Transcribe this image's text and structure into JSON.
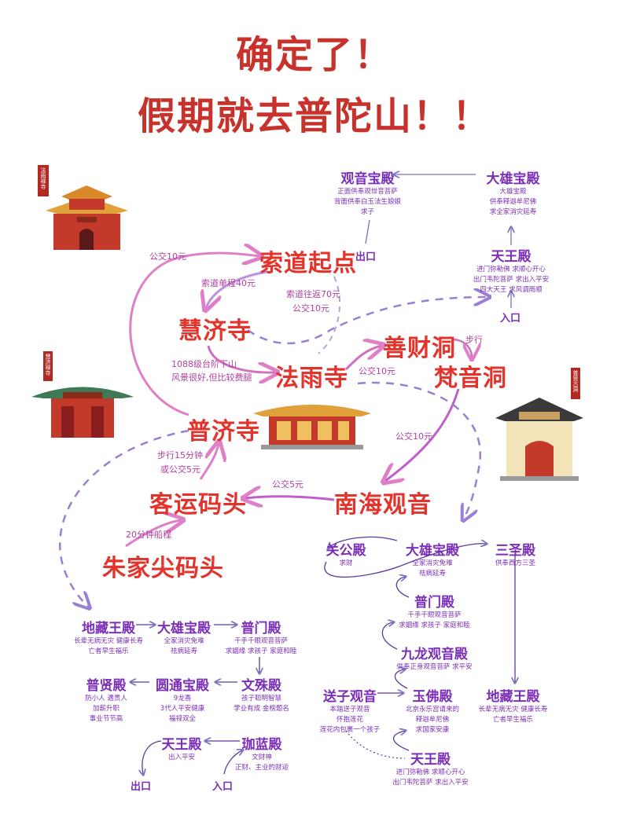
{
  "title": {
    "line1": "确定了！",
    "line2": "假期就去普陀山！！"
  },
  "main_route": {
    "suodao": "索道起点",
    "huiji": "慧济寺",
    "fayu": "法雨寺",
    "shancai": "善财洞",
    "fanyin": "梵音洞",
    "puji": "普济寺",
    "keyun": "客运码头",
    "nanhai": "南海观音",
    "zhujia": "朱家尖码头"
  },
  "route_notes": {
    "bus10_a": "公交10元",
    "cable_oneway": "索道单程40元",
    "cable_round": "索道往返70元",
    "bus10_b": "公交10元",
    "stairs_1": "1088级台阶下山",
    "stairs_2": "风景很好,但比较费腿",
    "bus10_c": "公交10元",
    "walk": "步行",
    "bus10_d": "公交10元",
    "walk15": "步行15分钟",
    "or_bus5": "或公交5元",
    "bus5": "公交5元",
    "boat20": "20分钟船程"
  },
  "signs": {
    "fayu_sign": "法雨禅寺",
    "huiji_sign": "慧济禅寺",
    "fanyin_sign": "普贤古洞"
  },
  "fayu_temple": {
    "guanyin": {
      "name": "观音宝殿",
      "desc": [
        "正面供奉观世音菩萨",
        "背面供奉白玉法生娘娘",
        "求子"
      ]
    },
    "daxiong": {
      "name": "大雄宝殿",
      "desc": [
        "大雄宝殿",
        "供奉释迦牟尼佛",
        "求全家消灾延寿"
      ]
    },
    "tianwang": {
      "name": "天王殿",
      "desc": [
        "进门弥勒佛 求顺心开心",
        "出门韦陀菩萨 求出入平安",
        "四大天王 求风调雨顺"
      ]
    },
    "exit": "出口",
    "entry": "入口"
  },
  "nanhai_area": {
    "guangong": {
      "name": "关公殿",
      "desc": [
        "求财"
      ]
    },
    "daxiong": {
      "name": "大雄宝殿",
      "desc": [
        "全家消灾免难",
        "祛病延寿"
      ]
    },
    "sansheng": {
      "name": "三圣殿",
      "desc": [
        "供奉西方三圣"
      ]
    },
    "pumen": {
      "name": "普门殿",
      "desc": [
        "千手千眼观音菩萨",
        "求姻缘 求孩子 家庭和睦"
      ]
    },
    "jiulong": {
      "name": "九龙观音殿",
      "desc": [
        "供奉正身观音菩萨 求平安"
      ]
    },
    "songzi": {
      "name": "送子观音",
      "desc": [
        "本踏送子观音",
        "怀抱莲花",
        "莲花内包裹一个孩子"
      ]
    },
    "yufo": {
      "name": "玉佛殿",
      "desc": [
        "北京永乐宫请来的",
        "释迦牟尼佛",
        "求国家安康"
      ]
    },
    "dizang": {
      "name": "地藏王殿",
      "desc": [
        "长辈无病无灾 健康长寿",
        "亡者早生福乐"
      ]
    },
    "tianwang": {
      "name": "天王殿",
      "desc": [
        "进门弥勒佛 求顺心开心",
        "出门韦陀菩萨 求出入平安"
      ]
    }
  },
  "puji_temple": {
    "dizang": {
      "name": "地藏王殿",
      "desc": [
        "长辈无病无灾 健康长寿",
        "亡者早生福乐"
      ]
    },
    "daxiong": {
      "name": "大雄宝殿",
      "desc": [
        "全家消灾免难",
        "祛病延寿"
      ]
    },
    "pumen": {
      "name": "普门殿",
      "desc": [
        "千手千眼观音菩萨",
        "求姻缘 求孩子 家庭和睦"
      ]
    },
    "puxian": {
      "name": "普贤殿",
      "desc": [
        "防小人 遇贵人",
        "加薪升职",
        "事业节节高"
      ]
    },
    "yuantong": {
      "name": "圆通宝殿",
      "desc": [
        "9龙香",
        "3代人平安健康",
        "福禄双全"
      ]
    },
    "wenshu": {
      "name": "文殊殿",
      "desc": [
        "孩子聪明智慧",
        "学业有成 金榜题名"
      ]
    },
    "tianwang": {
      "name": "天王殿",
      "desc": [
        "出入平安"
      ]
    },
    "qielan": {
      "name": "珈蓝殿",
      "desc": [
        "文财神",
        "正财、主业的财运"
      ]
    },
    "exit": "出口",
    "entry": "入口"
  },
  "colors": {
    "title": "#c8322c",
    "node": "#e2342c",
    "hall": "#7b2fb6",
    "route": "#a88ad8",
    "pink": "#e07fc8"
  }
}
